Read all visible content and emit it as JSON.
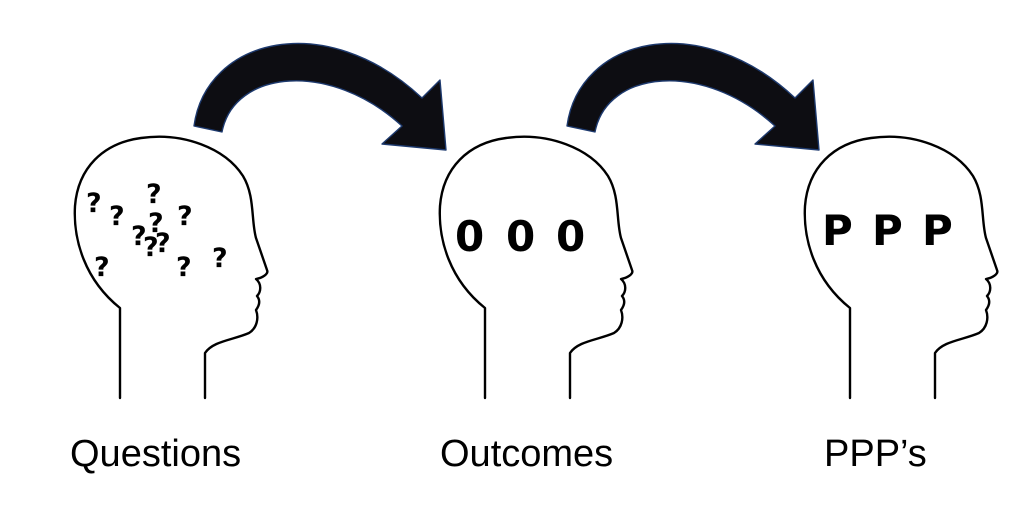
{
  "diagram": {
    "stages": [
      {
        "id": "questions",
        "label": "Questions",
        "contents": [
          "?",
          "?",
          "?",
          "?",
          "?",
          "?",
          "?",
          "?",
          "?",
          "?",
          "?"
        ]
      },
      {
        "id": "outcomes",
        "label": "Outcomes",
        "contents": [
          "0",
          "0",
          "0"
        ]
      },
      {
        "id": "ppps",
        "label": "PPP’s",
        "contents": [
          "P",
          "P",
          "P"
        ]
      }
    ],
    "connections": [
      {
        "from": "questions",
        "to": "outcomes"
      },
      {
        "from": "outcomes",
        "to": "ppps"
      }
    ],
    "colors": {
      "outline": "#000000",
      "arrow_fill": "#0d0d12",
      "arrow_edge": "#1e3a6e",
      "background": "#ffffff"
    }
  }
}
